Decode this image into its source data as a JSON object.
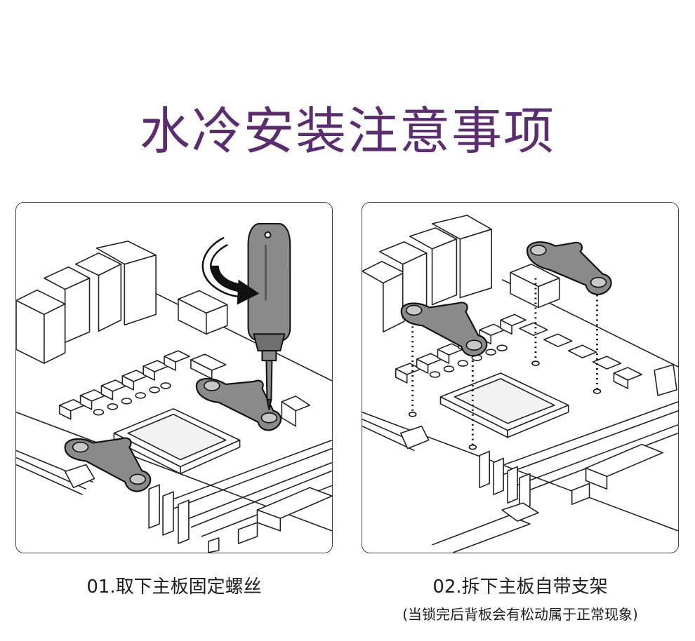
{
  "page": {
    "title": "水冷安装注意事项",
    "title_color": "#5b2c6f"
  },
  "steps": [
    {
      "label": "01.取下主板固定螺丝",
      "illustration": "motherboard-screwdriver-remove-screws"
    },
    {
      "label": "02.拆下主板自带支架",
      "note": "(当锁完后背板会有松动属于正常现象)",
      "illustration": "motherboard-bracket-removed"
    }
  ]
}
